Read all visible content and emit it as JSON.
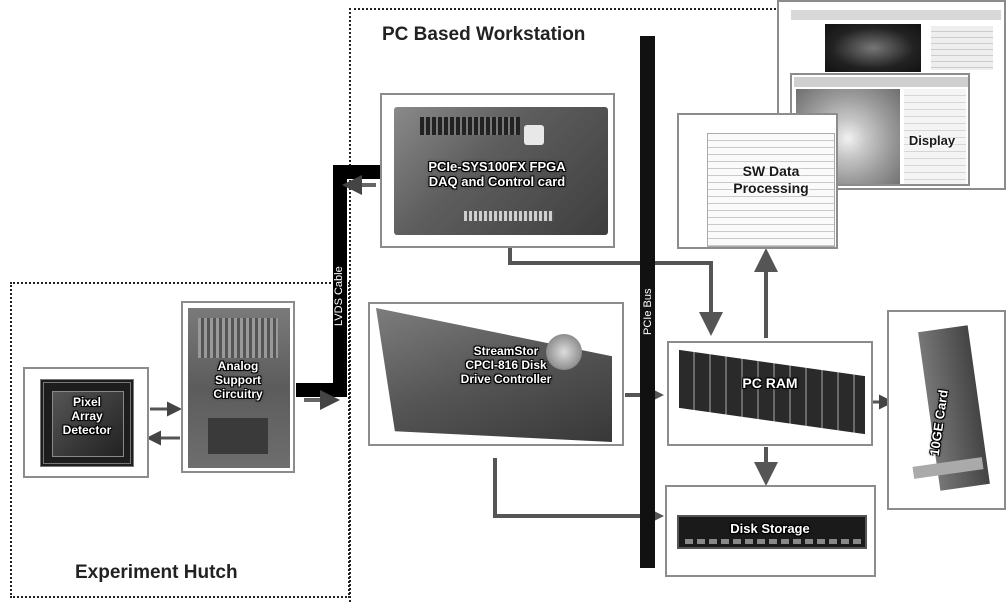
{
  "zones": {
    "workstation_title": "PC Based Workstation",
    "hutch_title": "Experiment Hutch"
  },
  "bus": {
    "label": "PCIe Bus"
  },
  "cable": {
    "label": "LVDS Cable"
  },
  "components": {
    "fpga_card": "PCIe-SYS100FX FPGA\nDAQ and Control card",
    "streamstor": "StreamStor\nCPCI-816 Disk\nDrive Controller",
    "sw_processing": "SW Data\nProcessing",
    "display": "Display",
    "pc_ram": "PC RAM",
    "ten_ge_card": "10GE Card",
    "disk_storage": "Disk Storage",
    "pixel_detector": "Pixel\nArray\nDetector",
    "analog_support": "Analog\nSupport\nCircuitry"
  },
  "colors": {
    "arrow": "#555555",
    "bus": "#111111",
    "box_border": "#8c8c8c",
    "zone_border": "#222222"
  }
}
